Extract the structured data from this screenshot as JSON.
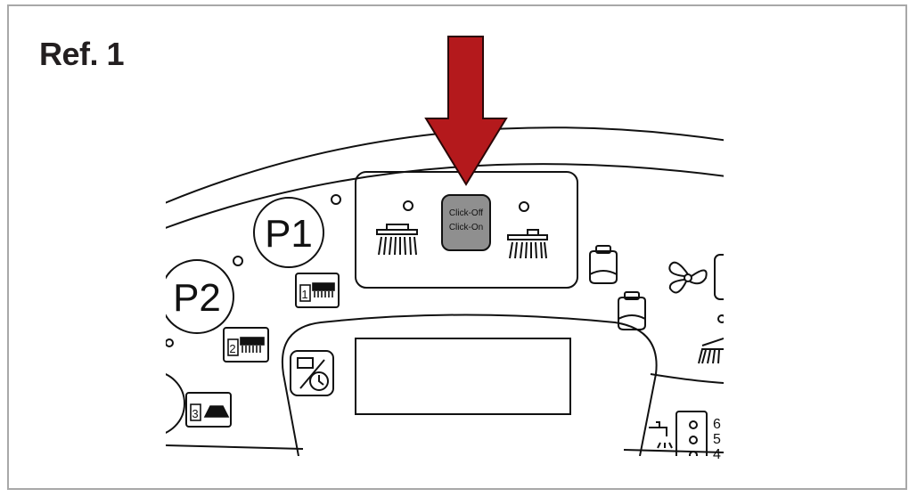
{
  "title": "Ref. 1",
  "panel": {
    "p1_label": "P1",
    "p2_label": "P2",
    "switch_line1": "Click-Off",
    "switch_line2": "Click-On",
    "preset_1": "1",
    "preset_2": "2",
    "preset_3": "3",
    "scale_6": "6",
    "scale_5": "5",
    "scale_4": "4"
  },
  "colors": {
    "arrow": "#b4191c",
    "switch": "#8f8f8f",
    "frame": "#a8a8a8"
  },
  "icons": [
    "brush-down-icon",
    "brush-up-icon",
    "fan-icon",
    "water-tank-icon",
    "detergent-tank-icon",
    "clock-battery-icon",
    "brush-preset-icon",
    "faucet-icon"
  ]
}
